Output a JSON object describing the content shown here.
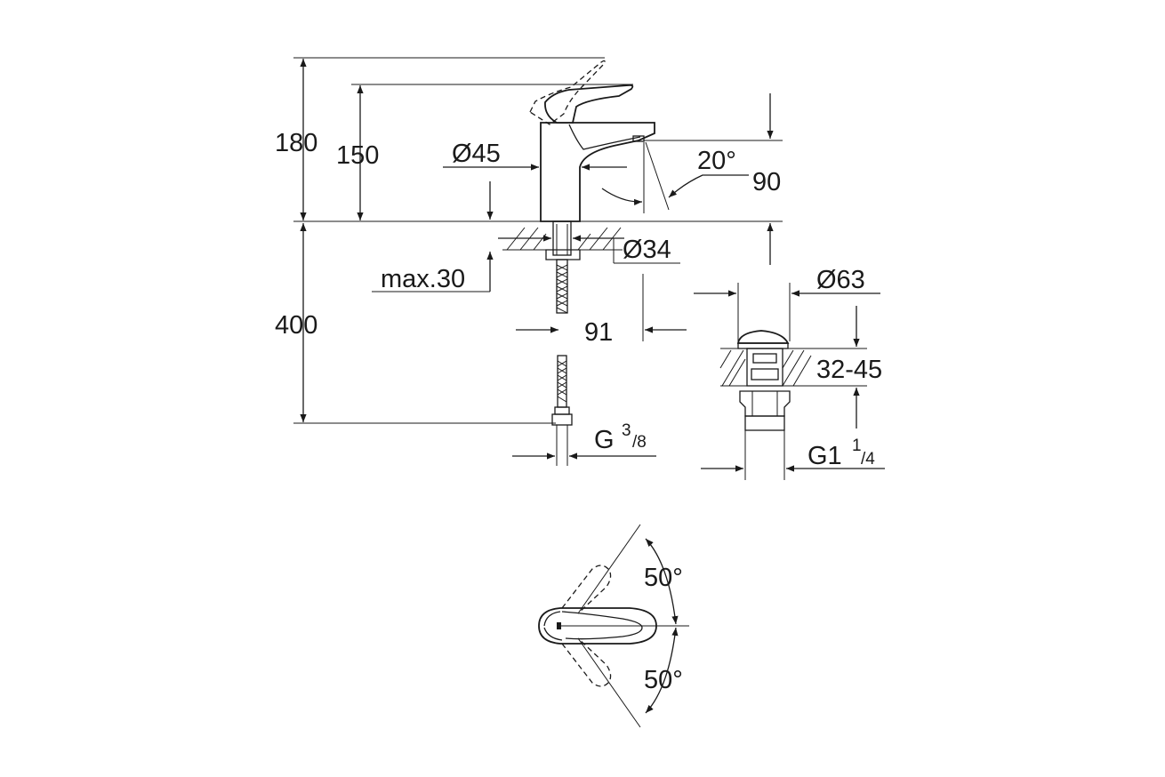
{
  "dimensions": {
    "total_height": "180",
    "spout_height": "150",
    "body_diameter": "Ø45",
    "spout_angle": "20°",
    "spout_outlet_height": "90",
    "hole_diameter": "Ø34",
    "max_deck_thickness": "max.30",
    "hose_length": "400",
    "spout_projection": "91",
    "waste_diameter": "Ø63",
    "waste_deck_range": "32-45",
    "hose_thread_main": "G",
    "hose_thread_sup": "3",
    "hose_thread_sub": "/8",
    "waste_thread_main": "G1",
    "waste_thread_sup": "1",
    "waste_thread_sub": "/4",
    "lever_angle_top": "50°",
    "lever_angle_bottom": "50°"
  },
  "colors": {
    "line": "#1a1a1a",
    "background": "#ffffff"
  }
}
